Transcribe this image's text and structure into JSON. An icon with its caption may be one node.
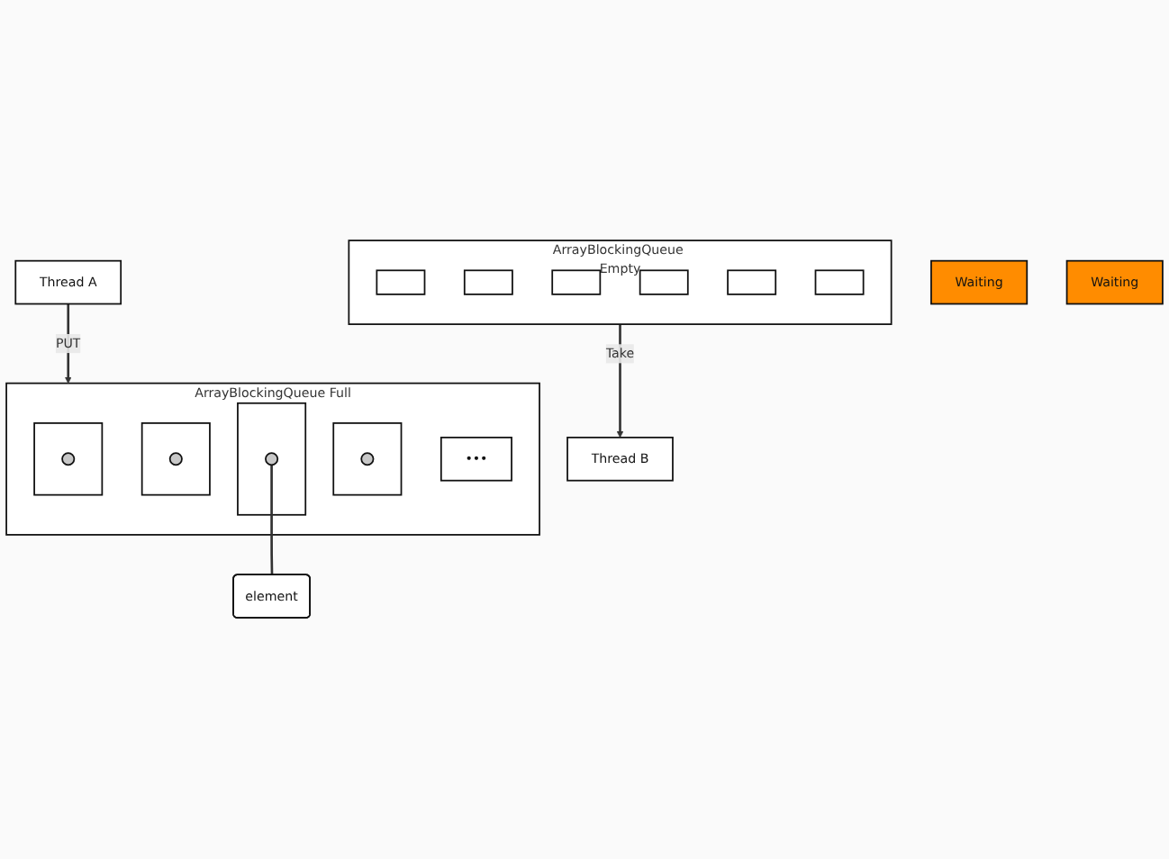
{
  "diagram": {
    "nodes": [
      {
        "text": [
          "Thread A"
        ]
      },
      {
        "text": [
          "Waiting"
        ]
      },
      {
        "text": [
          "ArrayBlockingQueue Full"
        ]
      },
      {
        "text": [],
        "shape": "box",
        "in": 2
      },
      {
        "text": [],
        "shape": "circle",
        "in": 3
      },
      {
        "text": [],
        "shape": "box",
        "in": 2
      },
      {
        "text": [],
        "shape": "circle",
        "in": 5
      },
      {
        "text": [
          "•••"
        ],
        "in": 2
      },
      {
        "text": [],
        "shape": "box",
        "in": 2
      },
      {
        "text": [],
        "shape": "circle",
        "in": 8
      },
      {
        "text": [],
        "shape": "box",
        "in": 2
      },
      {
        "text": [],
        "shape": "circle",
        "in": 10
      },
      {
        "text": [
          "element"
        ]
      },
      {
        "text": [
          "Thread B"
        ]
      },
      {
        "text": [
          "Waiting"
        ]
      },
      {
        "text": [
          "ArrayBlockingQueue Empty"
        ]
      },
      {
        "text": [],
        "shape": "box",
        "in": 15
      },
      {
        "text": [],
        "shape": "box",
        "in": 15
      },
      {
        "text": [],
        "shape": "box",
        "in": 15
      },
      {
        "text": [],
        "shape": "box",
        "in": 15
      },
      {
        "text": [],
        "shape": "box",
        "in": 15
      },
      {
        "text": [],
        "shape": "box",
        "in": 15
      }
    ],
    "edges": [
      {
        "from": 0,
        "to": 2,
        "arrow": "to",
        "label": "PUT"
      },
      {
        "from": 12,
        "to": 6,
        "arrow": "none"
      },
      {
        "from": 15,
        "to": 13,
        "arrow": "to",
        "label": "Take"
      }
    ]
  }
}
